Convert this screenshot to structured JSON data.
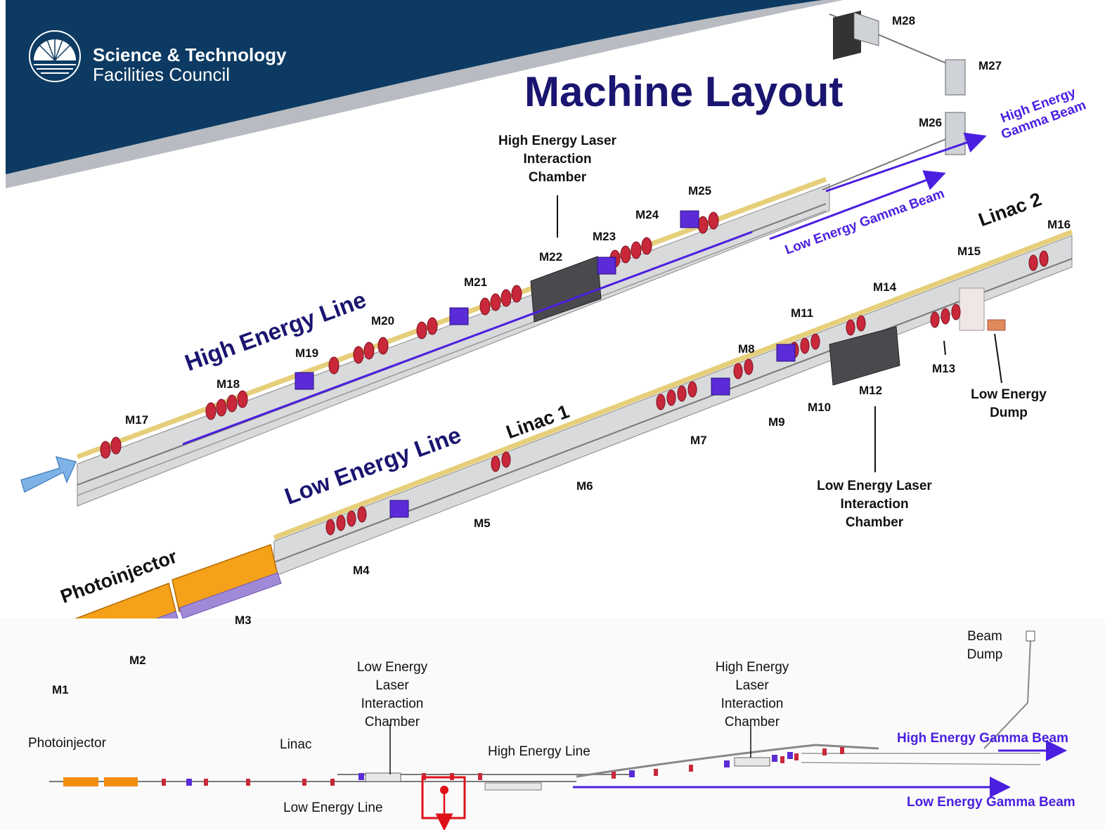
{
  "header": {
    "org_name_line1": "Science & Technology",
    "org_name_line2": "Facilities Council",
    "title": "Machine Layout"
  },
  "colors": {
    "header_navy": "#0c3a62",
    "title_navy": "#1a1570",
    "beam_violet": "#4b1fe0",
    "magnet_red": "#c8283a",
    "dipole_purple": "#5a2bd6",
    "photoinjector_orange": "#f5a11a",
    "pipe_yellow": "#e6cf7a",
    "entry_arrow_blue": "#7fb3e8"
  },
  "modules": [
    "M1",
    "M2",
    "M3",
    "M4",
    "M5",
    "M6",
    "M7",
    "M8",
    "M9",
    "M10",
    "M11",
    "M12",
    "M13",
    "M14",
    "M15",
    "M16",
    "M17",
    "M18",
    "M19",
    "M20",
    "M21",
    "M22",
    "M23",
    "M24",
    "M25",
    "M26",
    "M27",
    "M28"
  ],
  "labels": {
    "high_energy_line": "High Energy Line",
    "low_energy_line": "Low Energy Line",
    "linac1": "Linac 1",
    "linac2": "Linac 2",
    "photoinjector": "Photoinjector",
    "he_gamma_beam_l1": "High Energy",
    "he_gamma_beam_l2": "Gamma Beam",
    "le_gamma_beam": "Low Energy Gamma Beam",
    "he_chamber": [
      "High Energy Laser",
      "Interaction",
      "Chamber"
    ],
    "le_chamber": [
      "Low Energy Laser",
      "Interaction",
      "Chamber"
    ],
    "le_dump": [
      "Low Energy",
      "Dump"
    ]
  },
  "schematic": {
    "photoinjector": "Photoinjector",
    "linac": "Linac",
    "le_chamber": [
      "Low Energy",
      "Laser",
      "Interaction",
      "Chamber"
    ],
    "he_line": "High Energy Line",
    "he_chamber": [
      "High Energy",
      "Laser",
      "Interaction",
      "Chamber"
    ],
    "beam_dump": [
      "Beam",
      "Dump"
    ],
    "he_gamma_beam": "High Energy Gamma Beam",
    "le_line": "Low Energy Line",
    "le_gamma_beam": "Low Energy Gamma Beam"
  }
}
